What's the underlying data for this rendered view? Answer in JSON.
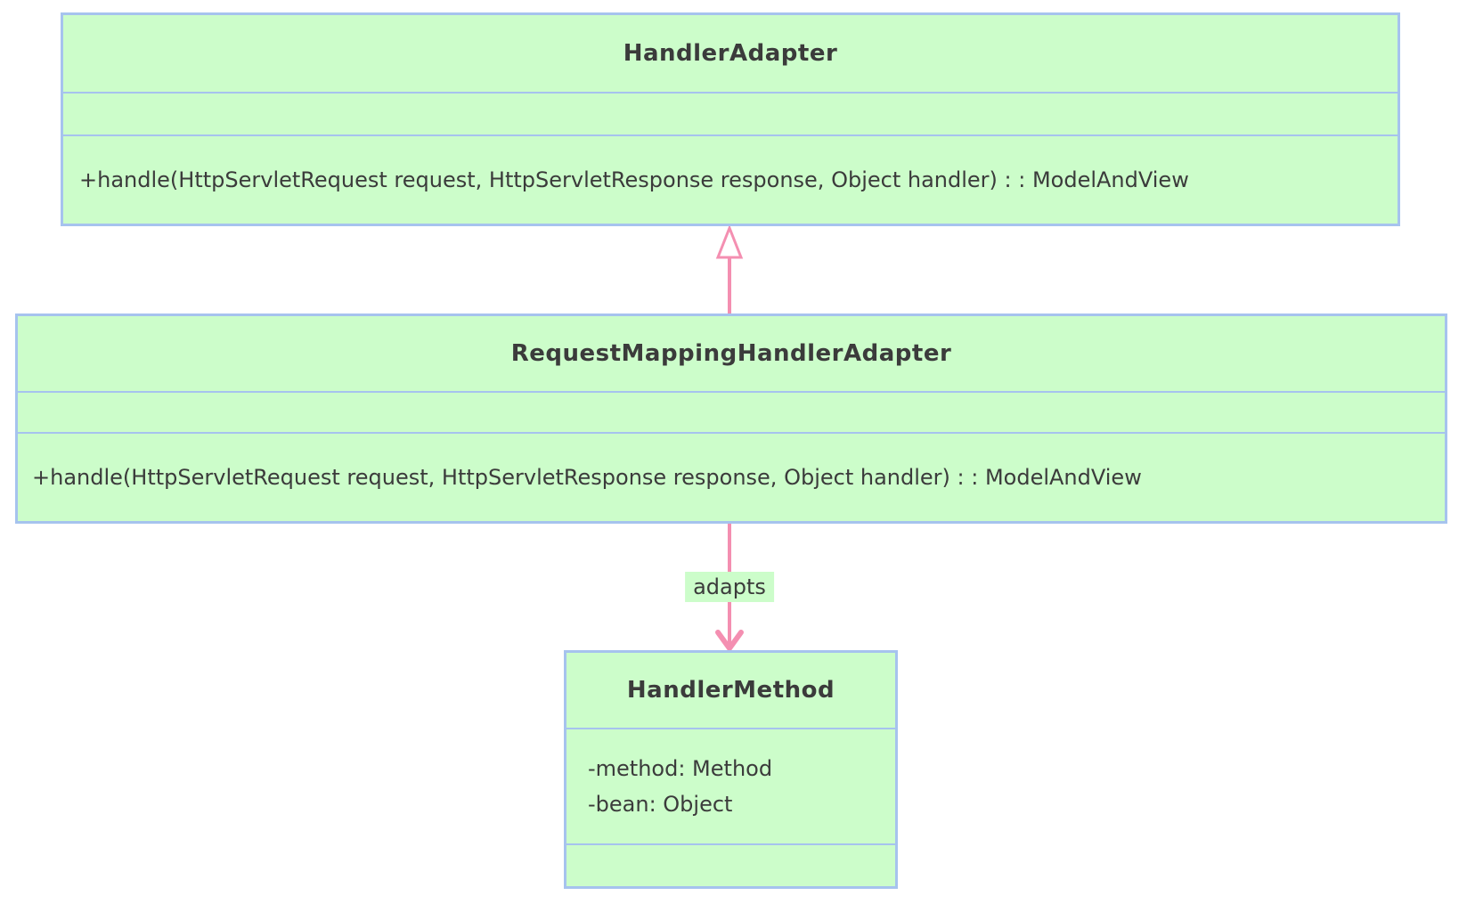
{
  "diagram": {
    "type": "uml-class-diagram",
    "colors": {
      "box_fill": "#ccfdca",
      "box_border": "#a6c3ee",
      "connector": "#f48fb1",
      "text": "#3b3b3b",
      "background": "#ffffff"
    },
    "classes": [
      {
        "name": "HandlerAdapter",
        "attributes": [],
        "methods": [
          "+handle(HttpServletRequest request, HttpServletResponse response, Object handler) : : ModelAndView"
        ]
      },
      {
        "name": "RequestMappingHandlerAdapter",
        "attributes": [],
        "methods": [
          "+handle(HttpServletRequest request, HttpServletResponse response, Object handler) : : ModelAndView"
        ]
      },
      {
        "name": "HandlerMethod",
        "attributes": [
          "-method: Method",
          "-bean: Object"
        ],
        "methods": []
      }
    ],
    "edges": [
      {
        "type": "generalization",
        "from": "RequestMappingHandlerAdapter",
        "to": "HandlerAdapter",
        "label": ""
      },
      {
        "type": "directed-association",
        "from": "RequestMappingHandlerAdapter",
        "to": "HandlerMethod",
        "label": "adapts"
      }
    ]
  }
}
